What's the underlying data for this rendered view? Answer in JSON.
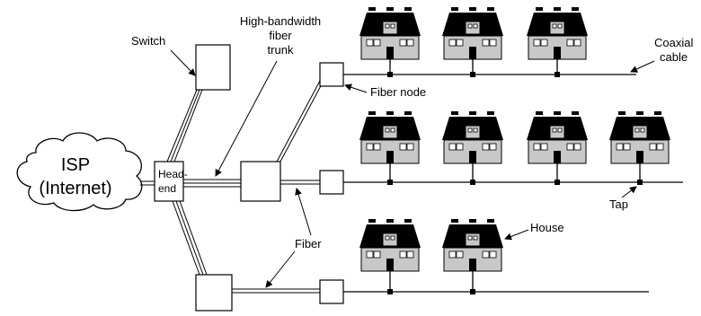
{
  "labels": {
    "isp_line1": "ISP",
    "isp_line2": "(Internet)",
    "headend_line1": "Head-",
    "headend_line2": "end",
    "switch": "Switch",
    "trunk_line1": "High-bandwidth",
    "trunk_line2": "fiber",
    "trunk_line3": "trunk",
    "fiber_node": "Fiber node",
    "coax_line1": "Coaxial",
    "coax_line2": "cable",
    "fiber": "Fiber",
    "tap": "Tap",
    "house": "House"
  },
  "colors": {
    "ink": "#000000",
    "house_wall": "#c8c8c8",
    "house_roof": "#000000"
  }
}
